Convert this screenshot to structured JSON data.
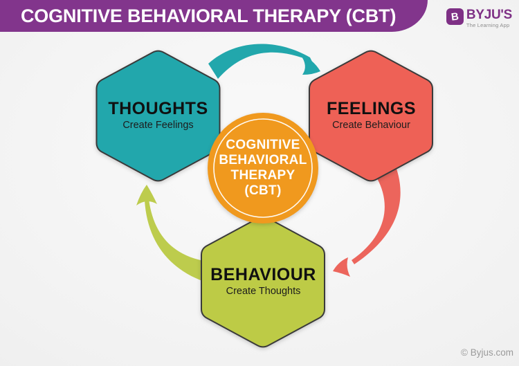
{
  "header": {
    "title": "COGNITIVE BEHAVIORAL THERAPY (CBT)"
  },
  "logo": {
    "mark_letter": "B",
    "name": "BYJU'S",
    "tagline": "The Learning App",
    "brand_color": "#7E3085"
  },
  "diagram": {
    "center": {
      "lines": [
        "COGNITIVE",
        "BEHAVIORAL",
        "THERAPY",
        "(CBT)"
      ],
      "color": "#F0991E",
      "ring_color": "#FFFFFF"
    },
    "nodes": [
      {
        "id": "thoughts",
        "label": "THOUGHTS",
        "sublabel": "Create Feelings",
        "color": "#22A7AC"
      },
      {
        "id": "feelings",
        "label": "FEELINGS",
        "sublabel": "Create Behaviour",
        "color": "#EE6156"
      },
      {
        "id": "behaviour",
        "label": "BEHAVIOUR",
        "sublabel": "Create Thoughts",
        "color": "#BDCB46"
      }
    ],
    "arrows": [
      {
        "from": "THOUGHTS",
        "to": "FEELINGS",
        "color": "#22A7AC"
      },
      {
        "from": "FEELINGS",
        "to": "BEHAVIOUR",
        "color": "#EC655C"
      },
      {
        "from": "BEHAVIOUR",
        "to": "THOUGHTS",
        "color": "#BDCC4D"
      }
    ],
    "header_color": "#82358C"
  },
  "footer": {
    "copyright": "© Byjus.com"
  }
}
